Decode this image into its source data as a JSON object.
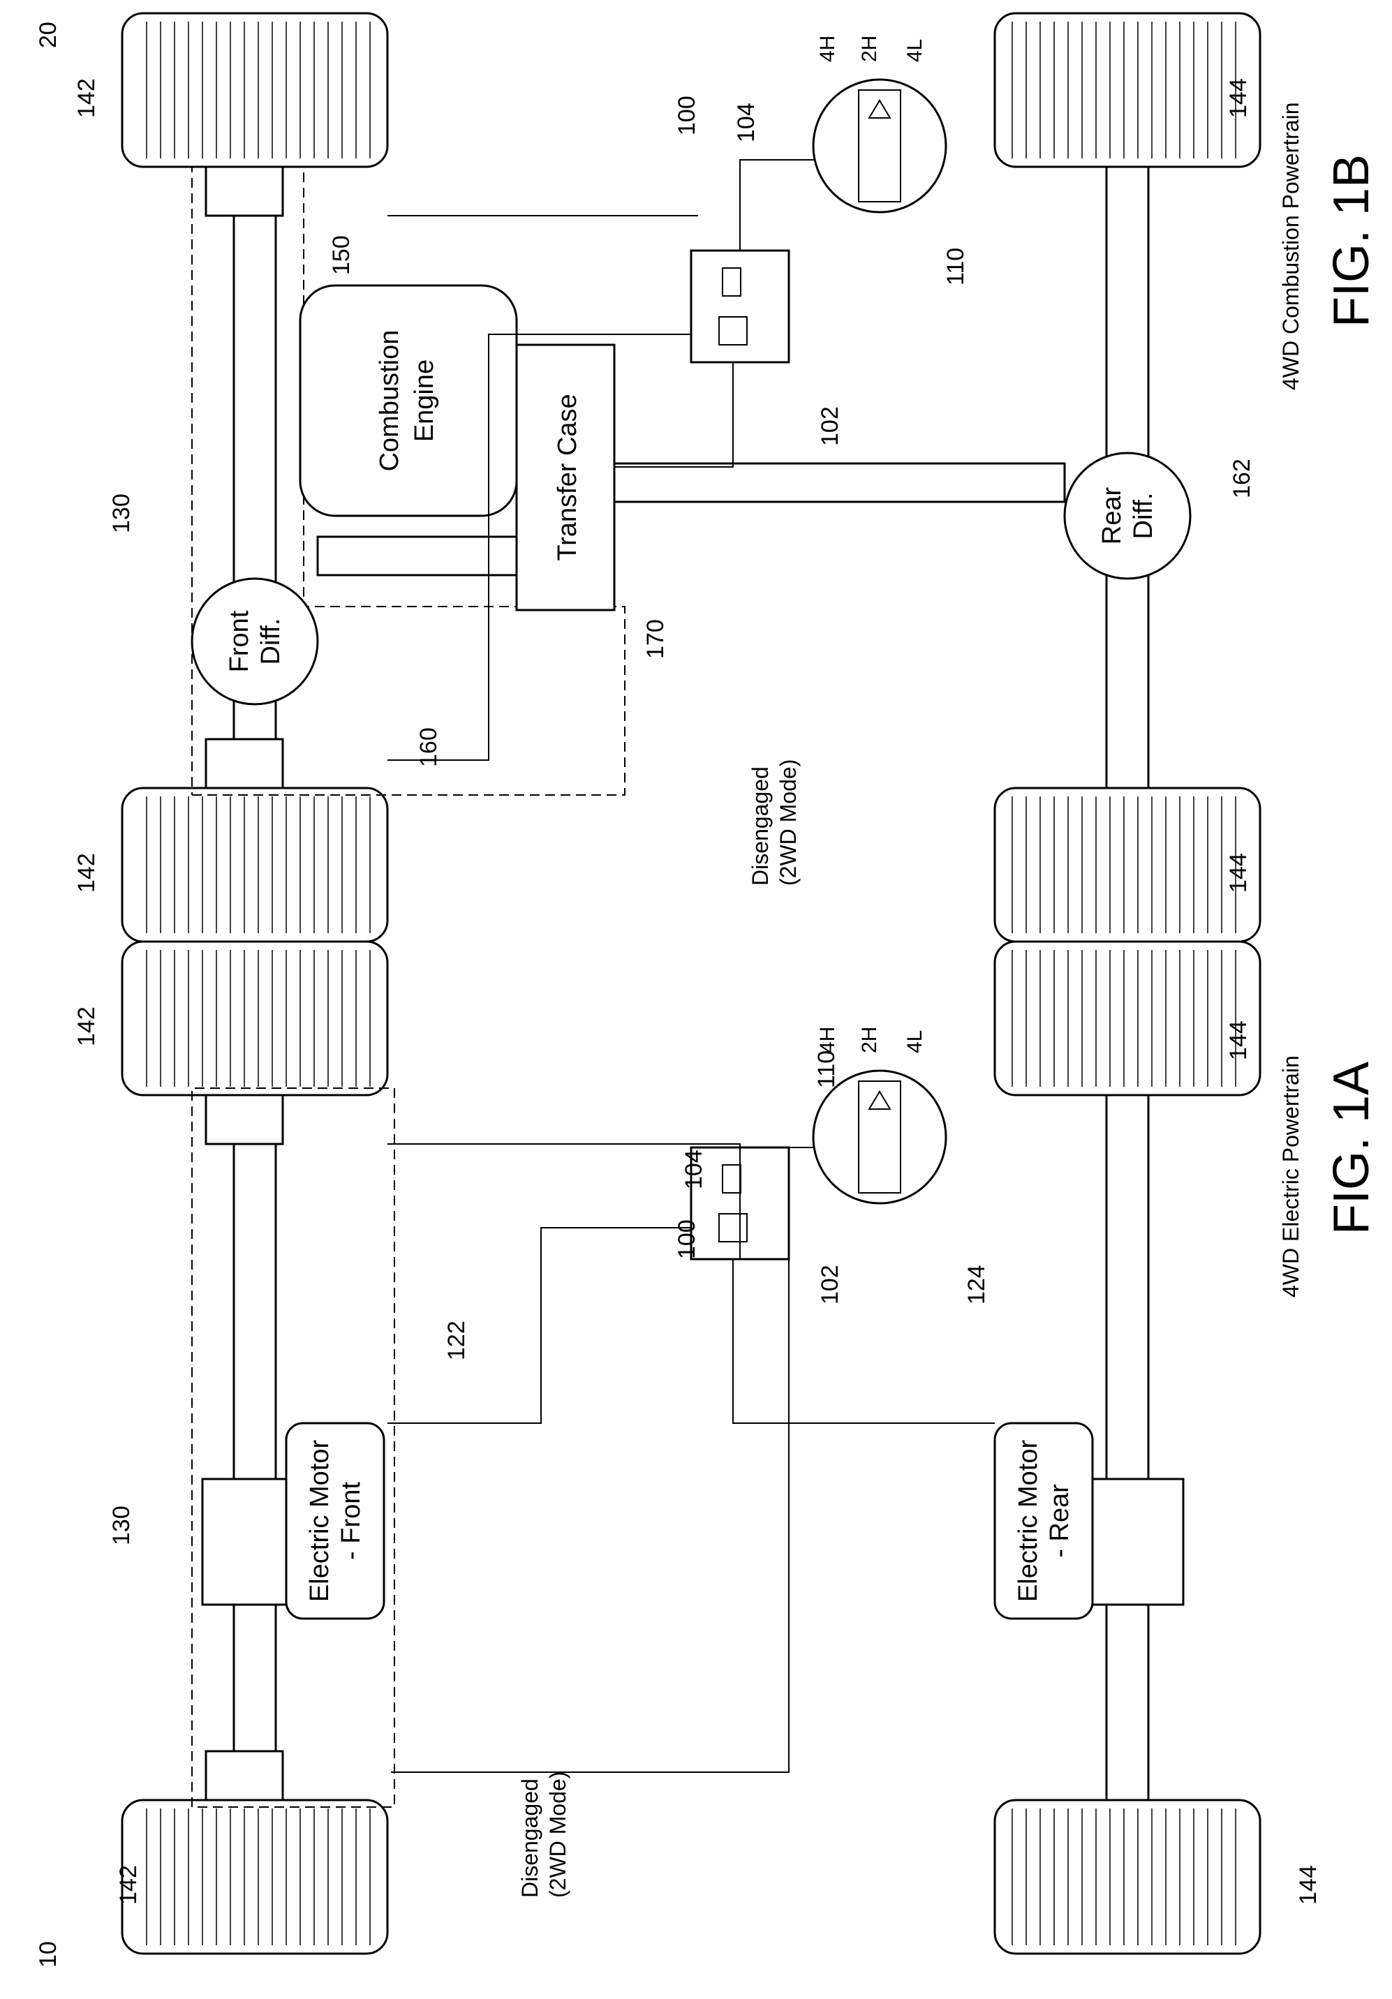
{
  "fig_1a": {
    "figure_label": "FIG. 1A",
    "caption": "4WD Electric Powertrain",
    "ref_system": "10",
    "ref_controller": "100",
    "ref_processor": "102",
    "ref_memory": "104",
    "ref_selector": "110",
    "ref_front_motor": "122",
    "ref_rear_motor": "124",
    "ref_disconnects": "130",
    "ref_front_wheel_left": "142",
    "ref_front_wheel_right": "142",
    "ref_rear_wheel_left": "144",
    "ref_rear_wheel_right": "144",
    "front_motor_line1": "Electric Motor",
    "front_motor_line2": "- Front",
    "rear_motor_line1": "Electric Motor",
    "rear_motor_line2": "- Rear",
    "disengaged_line1": "Disengaged",
    "disengaged_line2": "(2WD Mode)",
    "gear_4h": "4H",
    "gear_2h": "2H",
    "gear_4l": "4L"
  },
  "fig_1b": {
    "figure_label": "FIG. 1B",
    "caption": "4WD Combustion Powertrain",
    "ref_system": "20",
    "ref_controller": "100",
    "ref_processor": "102",
    "ref_memory": "104",
    "ref_selector": "110",
    "ref_disconnects": "130",
    "ref_engine": "150",
    "ref_front_diff": "160",
    "ref_rear_diff": "162",
    "ref_transfer_case": "170",
    "ref_front_wheel_left": "142",
    "ref_front_wheel_right": "142",
    "ref_rear_wheel_left": "144",
    "ref_rear_wheel_right": "144",
    "engine_line1": "Combustion",
    "engine_line2": "Engine",
    "transfer_case": "Transfer Case",
    "front_diff_line1": "Front",
    "front_diff_line2": "Diff.",
    "rear_diff_line1": "Rear",
    "rear_diff_line2": "Diff.",
    "disengaged_line1": "Disengaged",
    "disengaged_line2": "(2WD Mode)",
    "gear_4h": "4H",
    "gear_2h": "2H",
    "gear_4l": "4L"
  }
}
